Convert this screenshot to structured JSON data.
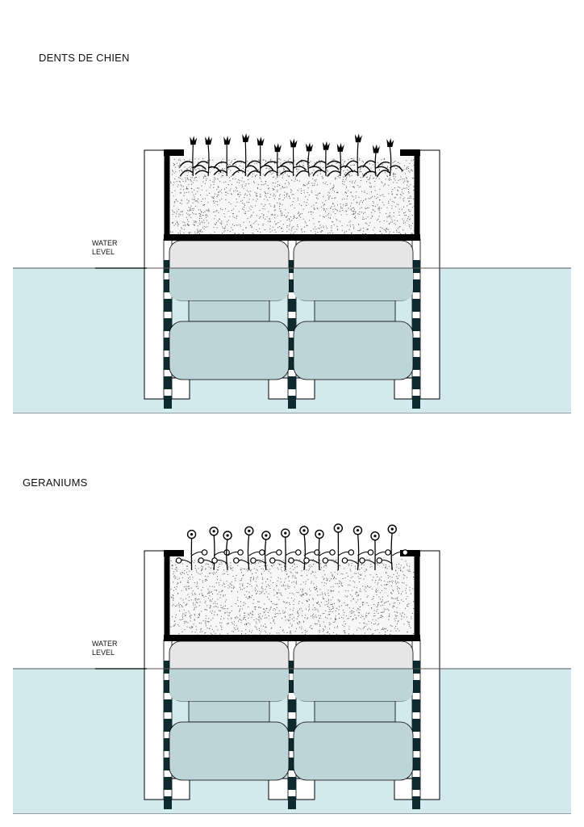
{
  "diagrams": [
    {
      "title": "DENTS DE CHIEN",
      "water_label": [
        "WATER",
        "LEVEL"
      ],
      "plant_icon": "dandelion-icon",
      "plant_count": 13
    },
    {
      "title": "GERANIUMS",
      "water_label": [
        "WATER",
        "LEVEL"
      ],
      "plant_icon": "geranium-icon",
      "plant_count": 12
    }
  ],
  "colors": {
    "water": "#d2e9ed",
    "water_line": "#555555",
    "float_dry": "#e6e6e6",
    "float_wet": "#bdd5d9",
    "frame": "#000000",
    "post_submerged": "#0f2a2e",
    "soil_speckle": "#555555"
  }
}
